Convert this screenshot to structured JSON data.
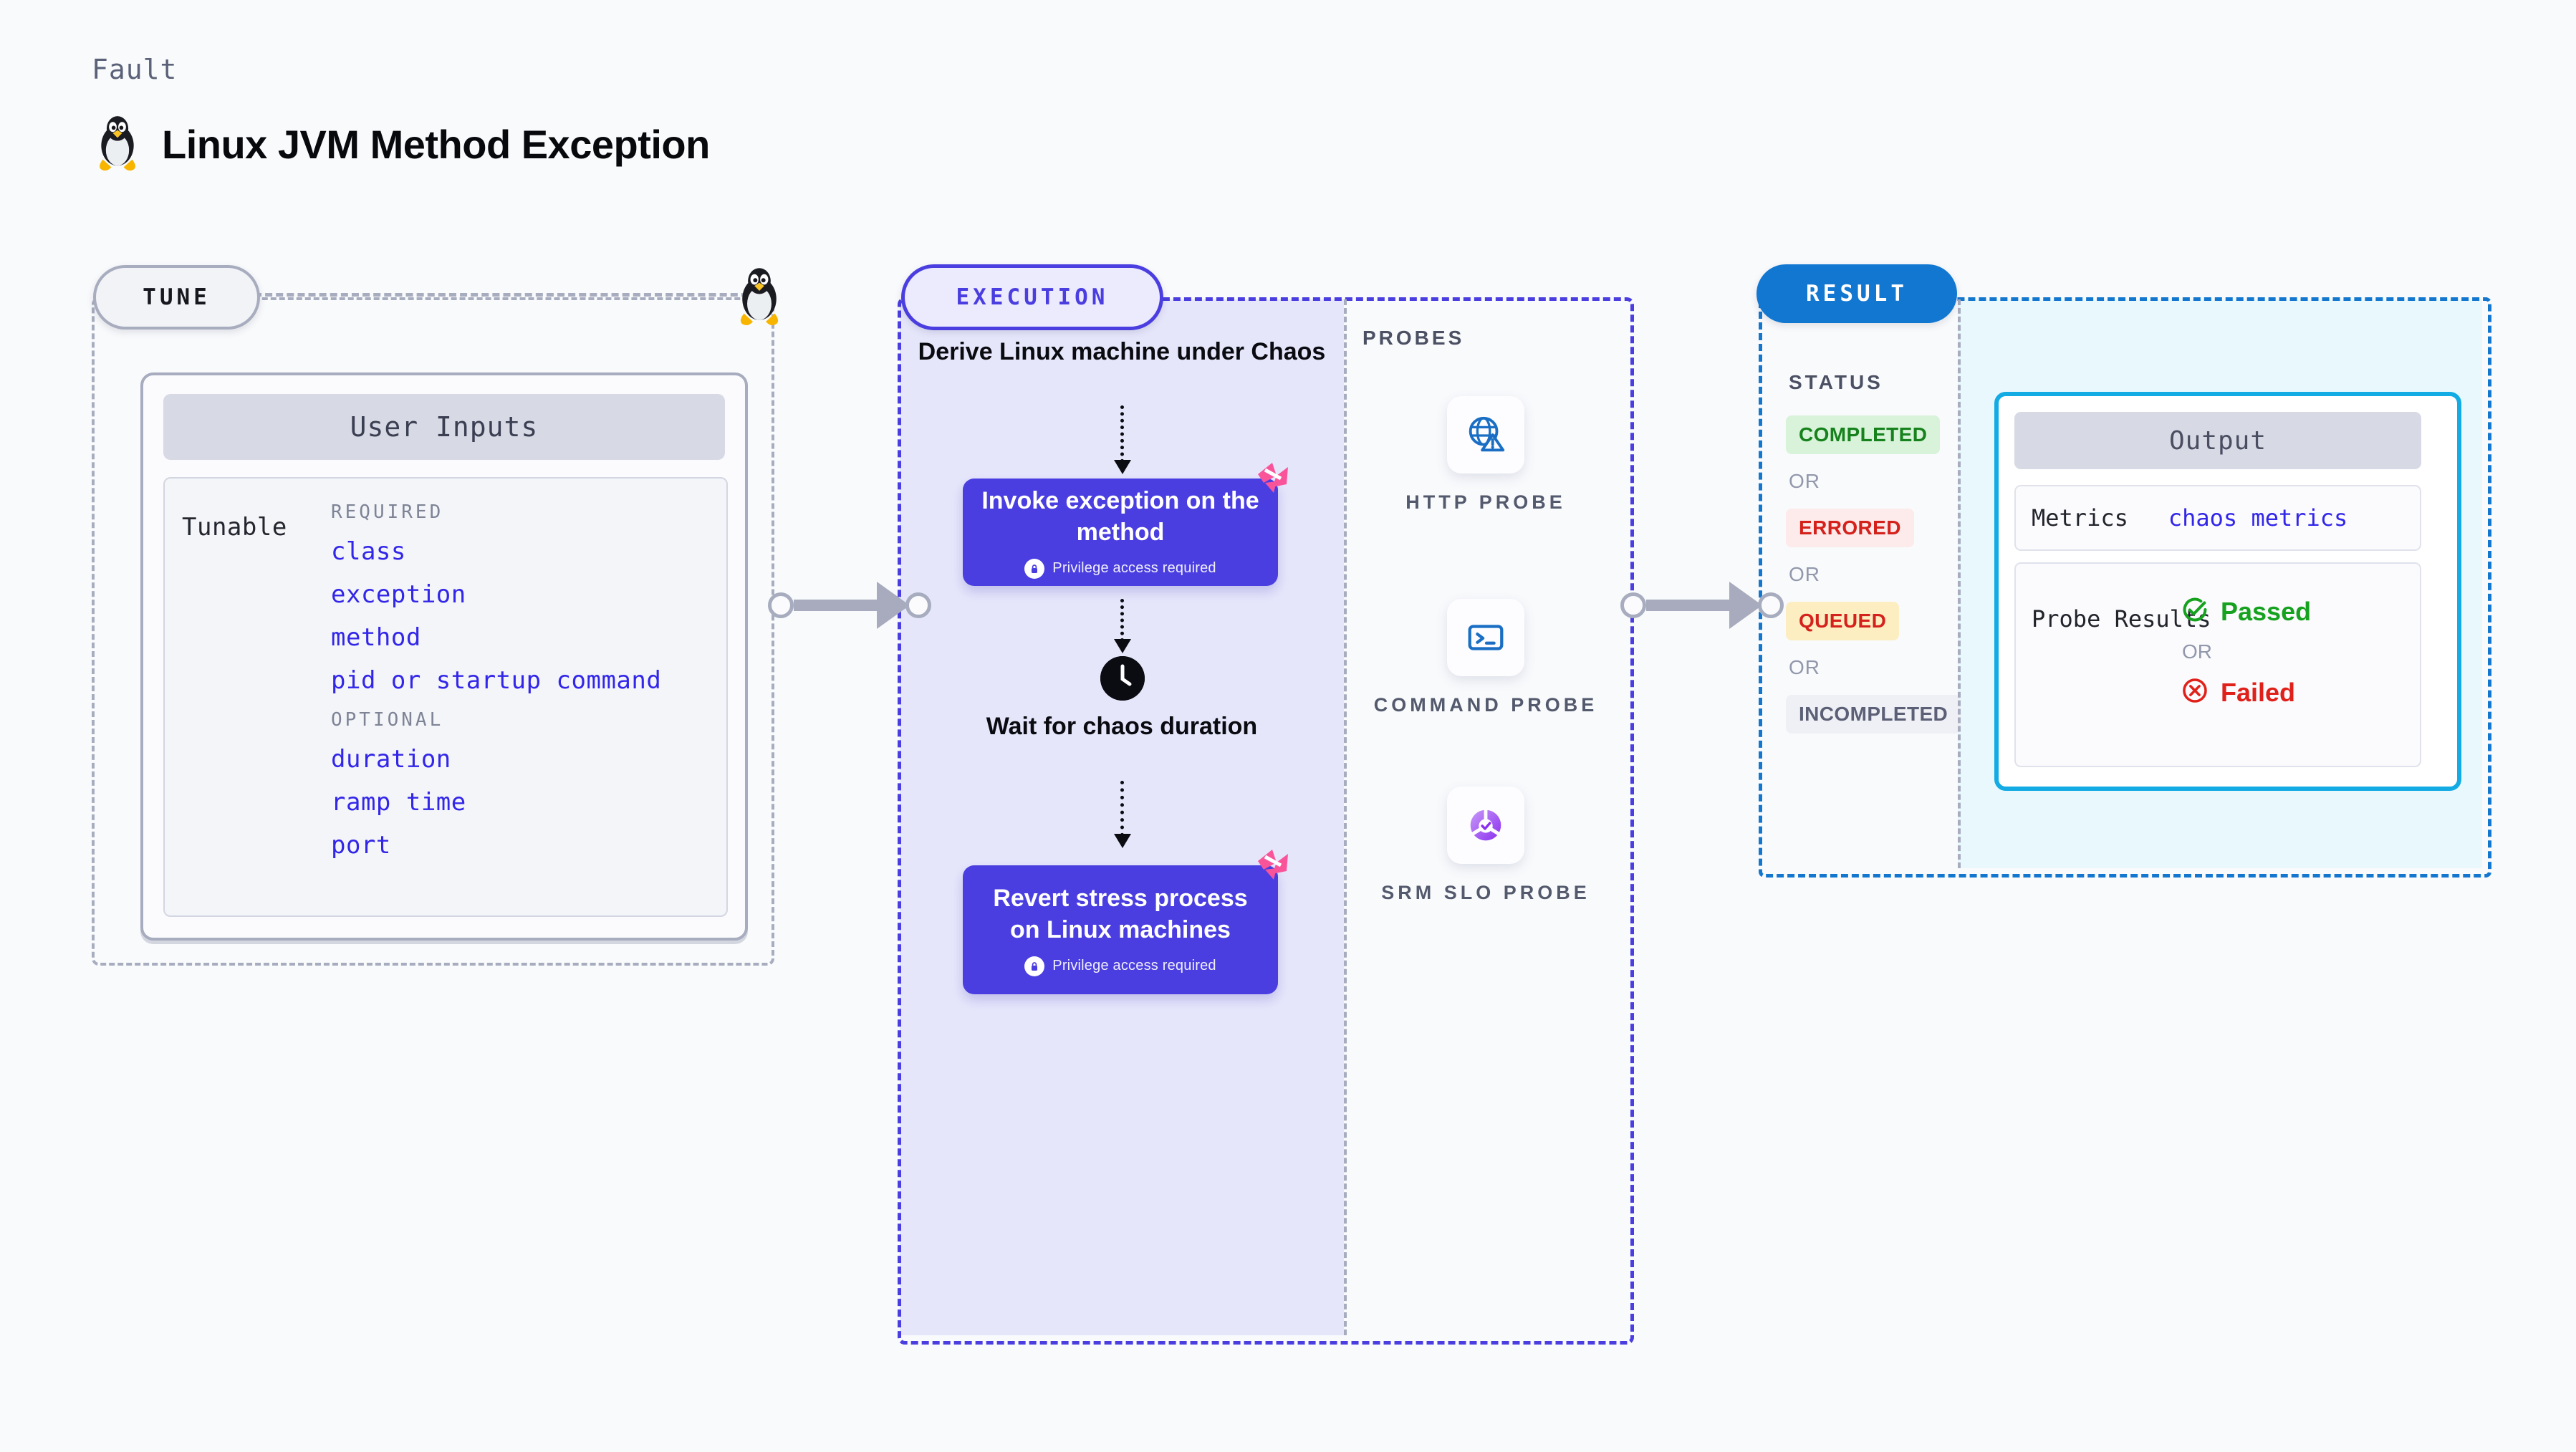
{
  "header": {
    "eyebrow": "Fault",
    "title": "Linux JVM Method Exception",
    "icon": "linux-penguin-icon"
  },
  "tune": {
    "badge": "TUNE",
    "card_title": "User Inputs",
    "tunable_label": "Tunable",
    "groups": [
      {
        "heading": "REQUIRED",
        "items": [
          "class",
          "exception",
          "method",
          "pid or startup command"
        ]
      },
      {
        "heading": "OPTIONAL",
        "items": [
          "duration",
          "ramp time",
          "port"
        ]
      }
    ]
  },
  "execution": {
    "badge": "EXECUTION",
    "steps": [
      {
        "kind": "text",
        "label": "Derive Linux machine under Chaos"
      },
      {
        "kind": "action",
        "label": "Invoke exception on the method",
        "note": "Privilege access required"
      },
      {
        "kind": "wait",
        "label": "Wait for chaos duration",
        "icon": "clock-icon"
      },
      {
        "kind": "action",
        "label": "Revert stress process on Linux machines",
        "note": "Privilege access required"
      }
    ]
  },
  "probes": {
    "label": "PROBES",
    "items": [
      {
        "name": "HTTP PROBE",
        "icon": "globe-warning-icon"
      },
      {
        "name": "COMMAND PROBE",
        "icon": "terminal-icon"
      },
      {
        "name": "SRM SLO PROBE",
        "icon": "srm-slo-icon"
      }
    ]
  },
  "result": {
    "badge": "RESULT",
    "status_label": "STATUS",
    "or_text": "OR",
    "statuses": [
      {
        "label": "COMPLETED",
        "bg": "#d8f3d9",
        "fg": "#17821d"
      },
      {
        "label": "ERRORED",
        "bg": "#fdeaea",
        "fg": "#d4211b"
      },
      {
        "label": "QUEUED",
        "bg": "#fdeec2",
        "fg": "#d4211b"
      },
      {
        "label": "INCOMPLETED",
        "bg": "#eff0f5",
        "fg": "#5b6076"
      }
    ],
    "output": {
      "title": "Output",
      "metrics_key": "Metrics",
      "metrics_value": "chaos metrics",
      "probe_results_key": "Probe Results",
      "passed": "Passed",
      "failed": "Failed",
      "or_text": "OR"
    }
  },
  "colors": {
    "accent_purple": "#4a3ee0",
    "accent_blue": "#1177d1",
    "accent_cyan": "#12abe3",
    "tune_gray": "#a7acbe",
    "link_blue": "#3226e8",
    "chaos_pink": "#f9549a"
  }
}
